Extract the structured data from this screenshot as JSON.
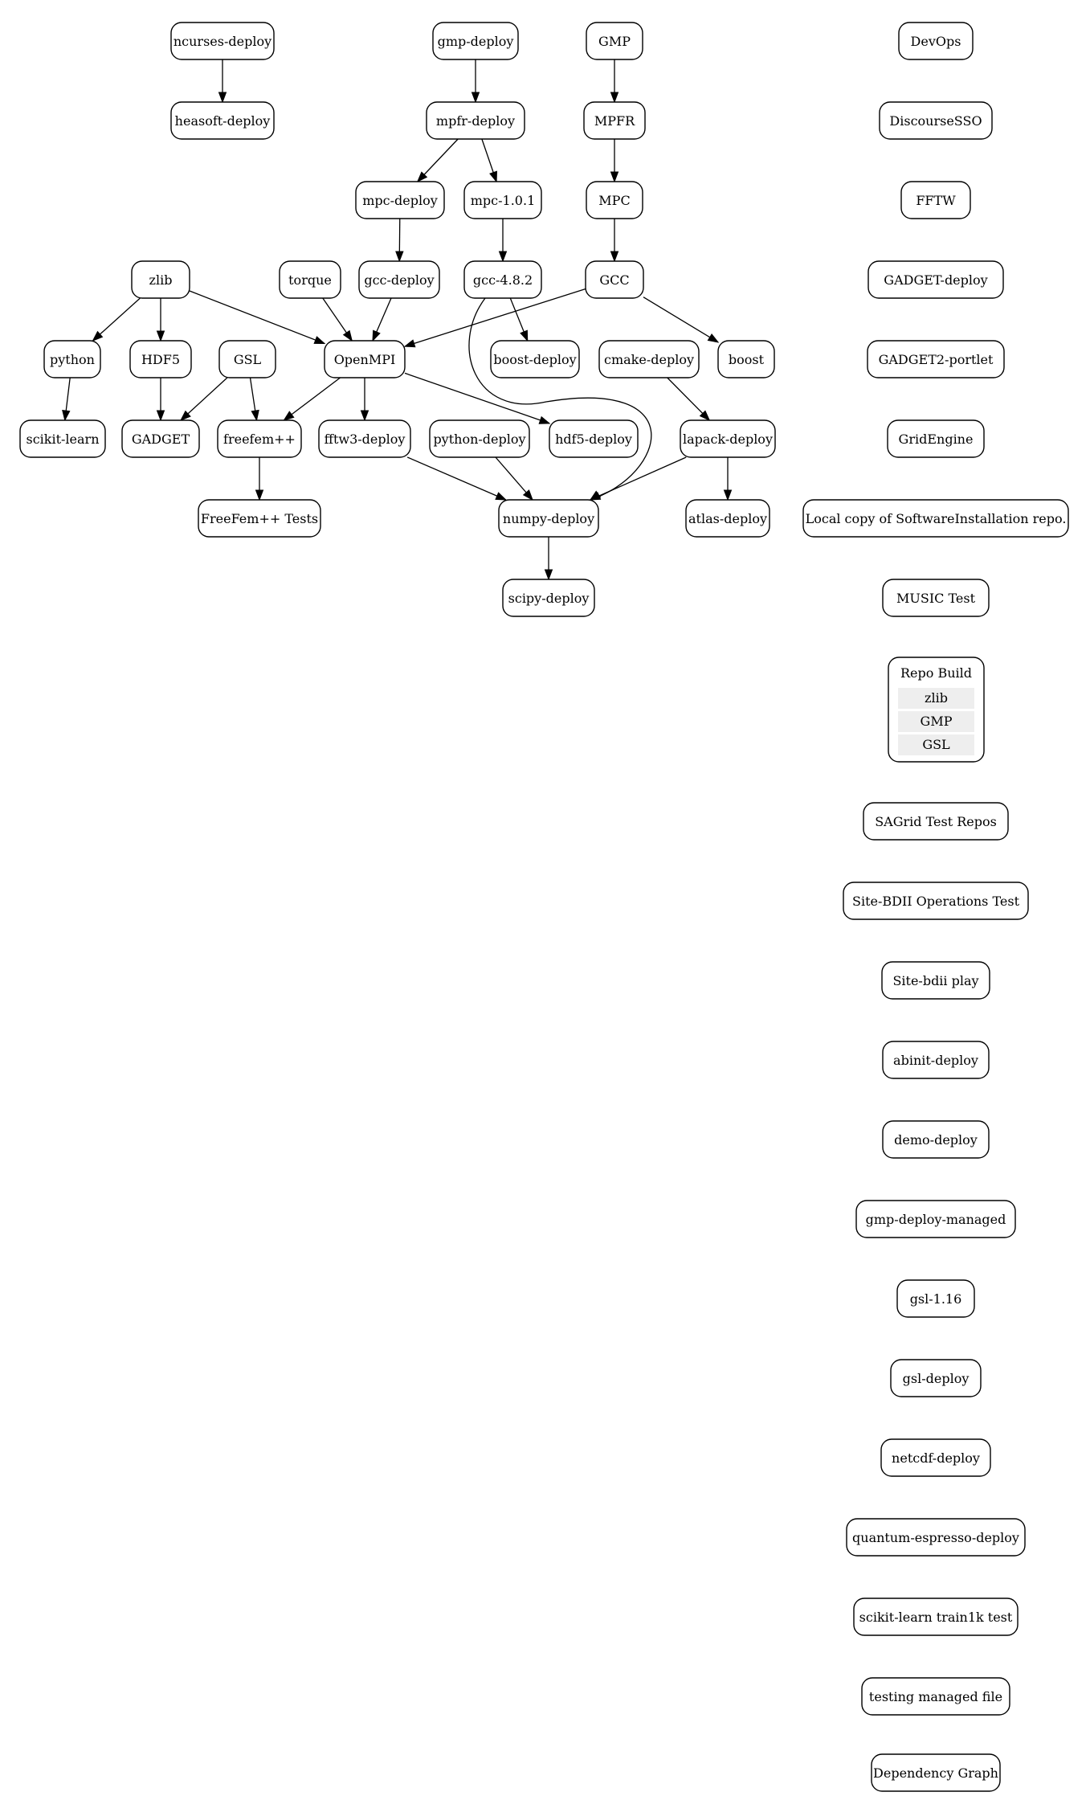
{
  "graph": {
    "nodes": [
      {
        "id": "ncurses",
        "label": "ncurses-deploy"
      },
      {
        "id": "heasoft",
        "label": "heasoft-deploy"
      },
      {
        "id": "gmpd",
        "label": "gmp-deploy"
      },
      {
        "id": "mpfrd",
        "label": "mpfr-deploy"
      },
      {
        "id": "mpcd",
        "label": "mpc-deploy"
      },
      {
        "id": "mpc101",
        "label": "mpc-1.0.1"
      },
      {
        "id": "GMP",
        "label": "GMP"
      },
      {
        "id": "MPFR",
        "label": "MPFR"
      },
      {
        "id": "MPC",
        "label": "MPC"
      },
      {
        "id": "GCC",
        "label": "GCC"
      },
      {
        "id": "zlib",
        "label": "zlib"
      },
      {
        "id": "torque",
        "label": "torque"
      },
      {
        "id": "gccd",
        "label": "gcc-deploy"
      },
      {
        "id": "gcc482",
        "label": "gcc-4.8.2"
      },
      {
        "id": "python",
        "label": "python"
      },
      {
        "id": "HDF5",
        "label": "HDF5"
      },
      {
        "id": "GSL",
        "label": "GSL"
      },
      {
        "id": "OpenMPI",
        "label": "OpenMPI"
      },
      {
        "id": "boostd",
        "label": "boost-deploy"
      },
      {
        "id": "cmaked",
        "label": "cmake-deploy"
      },
      {
        "id": "boost",
        "label": "boost"
      },
      {
        "id": "scikit",
        "label": "scikit-learn"
      },
      {
        "id": "GADGET",
        "label": "GADGET"
      },
      {
        "id": "freefem",
        "label": "freefem++"
      },
      {
        "id": "fftw3",
        "label": "fftw3-deploy"
      },
      {
        "id": "pythond",
        "label": "python-deploy"
      },
      {
        "id": "hdf5d",
        "label": "hdf5-deploy"
      },
      {
        "id": "lapack",
        "label": "lapack-deploy"
      },
      {
        "id": "fftests",
        "label": "FreeFem++ Tests"
      },
      {
        "id": "numpy",
        "label": "numpy-deploy"
      },
      {
        "id": "atlas",
        "label": "atlas-deploy"
      },
      {
        "id": "scipy",
        "label": "scipy-deploy"
      },
      {
        "id": "devops",
        "label": "DevOps"
      },
      {
        "id": "sso",
        "label": "DiscourseSSO"
      },
      {
        "id": "fftw",
        "label": "FFTW"
      },
      {
        "id": "gadgetd",
        "label": "GADGET-deploy"
      },
      {
        "id": "gadget2p",
        "label": "GADGET2-portlet"
      },
      {
        "id": "gridengine",
        "label": "GridEngine"
      },
      {
        "id": "localcopy",
        "label": "Local copy of SoftwareInstallation repo."
      },
      {
        "id": "music",
        "label": "MUSIC Test"
      },
      {
        "id": "sagrid",
        "label": "SAGrid Test Repos"
      },
      {
        "id": "sitebdii",
        "label": "Site-BDII Operations Test"
      },
      {
        "id": "bdiiplay",
        "label": "Site-bdii play"
      },
      {
        "id": "abinit",
        "label": "abinit-deploy"
      },
      {
        "id": "demo",
        "label": "demo-deploy"
      },
      {
        "id": "gmpmanaged",
        "label": "gmp-deploy-managed"
      },
      {
        "id": "gsl116",
        "label": "gsl-1.16"
      },
      {
        "id": "gsld",
        "label": "gsl-deploy"
      },
      {
        "id": "netcdf",
        "label": "netcdf-deploy"
      },
      {
        "id": "qe",
        "label": "quantum-espresso-deploy"
      },
      {
        "id": "sktrain",
        "label": "scikit-learn train1k test"
      },
      {
        "id": "testing",
        "label": "testing managed file"
      },
      {
        "id": "depgraph",
        "label": "Dependency Graph"
      }
    ],
    "edges": [
      [
        "ncurses",
        "heasoft"
      ],
      [
        "gmpd",
        "mpfrd"
      ],
      [
        "mpfrd",
        "mpcd"
      ],
      [
        "mpfrd",
        "mpc101"
      ],
      [
        "mpcd",
        "gccd"
      ],
      [
        "mpc101",
        "gcc482"
      ],
      [
        "GMP",
        "MPFR"
      ],
      [
        "MPFR",
        "MPC"
      ],
      [
        "MPC",
        "GCC"
      ],
      [
        "zlib",
        "python"
      ],
      [
        "zlib",
        "HDF5"
      ],
      [
        "zlib",
        "OpenMPI"
      ],
      [
        "torque",
        "OpenMPI"
      ],
      [
        "gccd",
        "OpenMPI"
      ],
      [
        "GCC",
        "OpenMPI"
      ],
      [
        "GCC",
        "boost"
      ],
      [
        "gcc482",
        "boostd"
      ],
      [
        "gcc482",
        "numpy"
      ],
      [
        "python",
        "scikit"
      ],
      [
        "HDF5",
        "GADGET"
      ],
      [
        "GSL",
        "GADGET"
      ],
      [
        "GSL",
        "freefem"
      ],
      [
        "OpenMPI",
        "freefem"
      ],
      [
        "OpenMPI",
        "fftw3"
      ],
      [
        "OpenMPI",
        "hdf5d"
      ],
      [
        "cmaked",
        "lapack"
      ],
      [
        "freefem",
        "fftests"
      ],
      [
        "fftw3",
        "numpy"
      ],
      [
        "pythond",
        "numpy"
      ],
      [
        "lapack",
        "numpy"
      ],
      [
        "lapack",
        "atlas"
      ],
      [
        "numpy",
        "scipy"
      ]
    ],
    "cluster": {
      "title": "Repo Build",
      "items": [
        "zlib",
        "GMP",
        "GSL"
      ]
    }
  }
}
